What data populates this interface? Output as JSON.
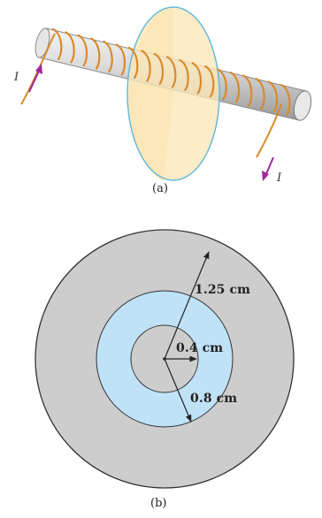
{
  "panel_a": {
    "caption": "(a)",
    "current_label_left": "I",
    "current_label_right": "I",
    "colors": {
      "rod": "#d9d9d9",
      "coil": "#d98a2b",
      "disk_fill": "#fbe7b8",
      "disk_edge": "#5fb8d8",
      "current_arrow": "#a0289a"
    }
  },
  "panel_b": {
    "caption": "(b)",
    "outer_radius_label": "1.25 cm",
    "inner_radius_label": "0.4 cm",
    "middle_radius_label": "0.8 cm",
    "colors": {
      "outer_disk": "#cdcdcd",
      "ring": "#bfe2f7",
      "inner_disk": "#cdcdcd",
      "outline": "#333333"
    }
  }
}
